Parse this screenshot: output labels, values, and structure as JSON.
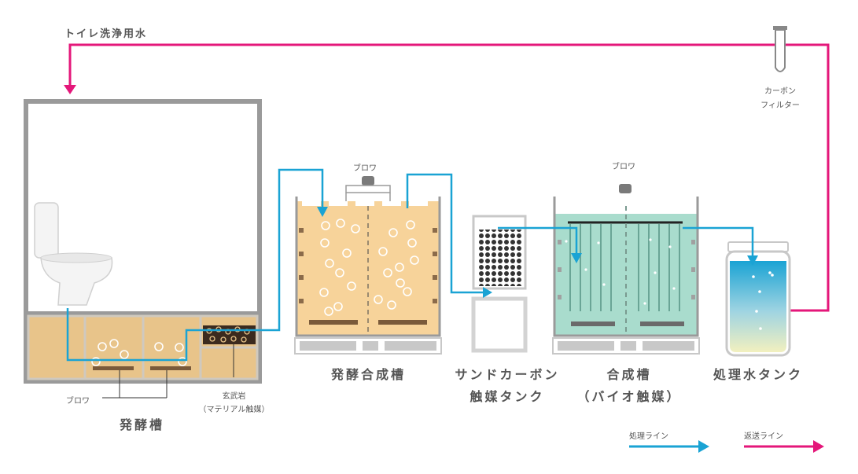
{
  "labels": {
    "flush_water": "トイレ洗浄用水",
    "carbon_filter_1": "カーボン",
    "carbon_filter_2": "フィルター",
    "blower_1": "ブロワ",
    "blower_2": "ブロワ",
    "blower_bottom": "ブロワ",
    "basalt_1": "玄武岩",
    "basalt_2": "（マテリアル触媒）",
    "fermentation_tank": "発酵槽",
    "fermentation_synthesis_tank": "発酵合成槽",
    "sand_carbon_1": "サンドカーボン",
    "sand_carbon_2": "触媒タンク",
    "synthesis_1": "合成槽",
    "synthesis_2": "（バイオ触媒）",
    "treated_water_tank": "処理水タンク",
    "legend_process": "処理ライン",
    "legend_return": "返送ライン"
  },
  "colors": {
    "process_line": "#1aa3d4",
    "return_line": "#e4177a",
    "frame": "#9a9a9a",
    "ferment_fill": "#f7d39a",
    "bio_fill": "#a9dccd",
    "soil": "#e8c48a"
  }
}
